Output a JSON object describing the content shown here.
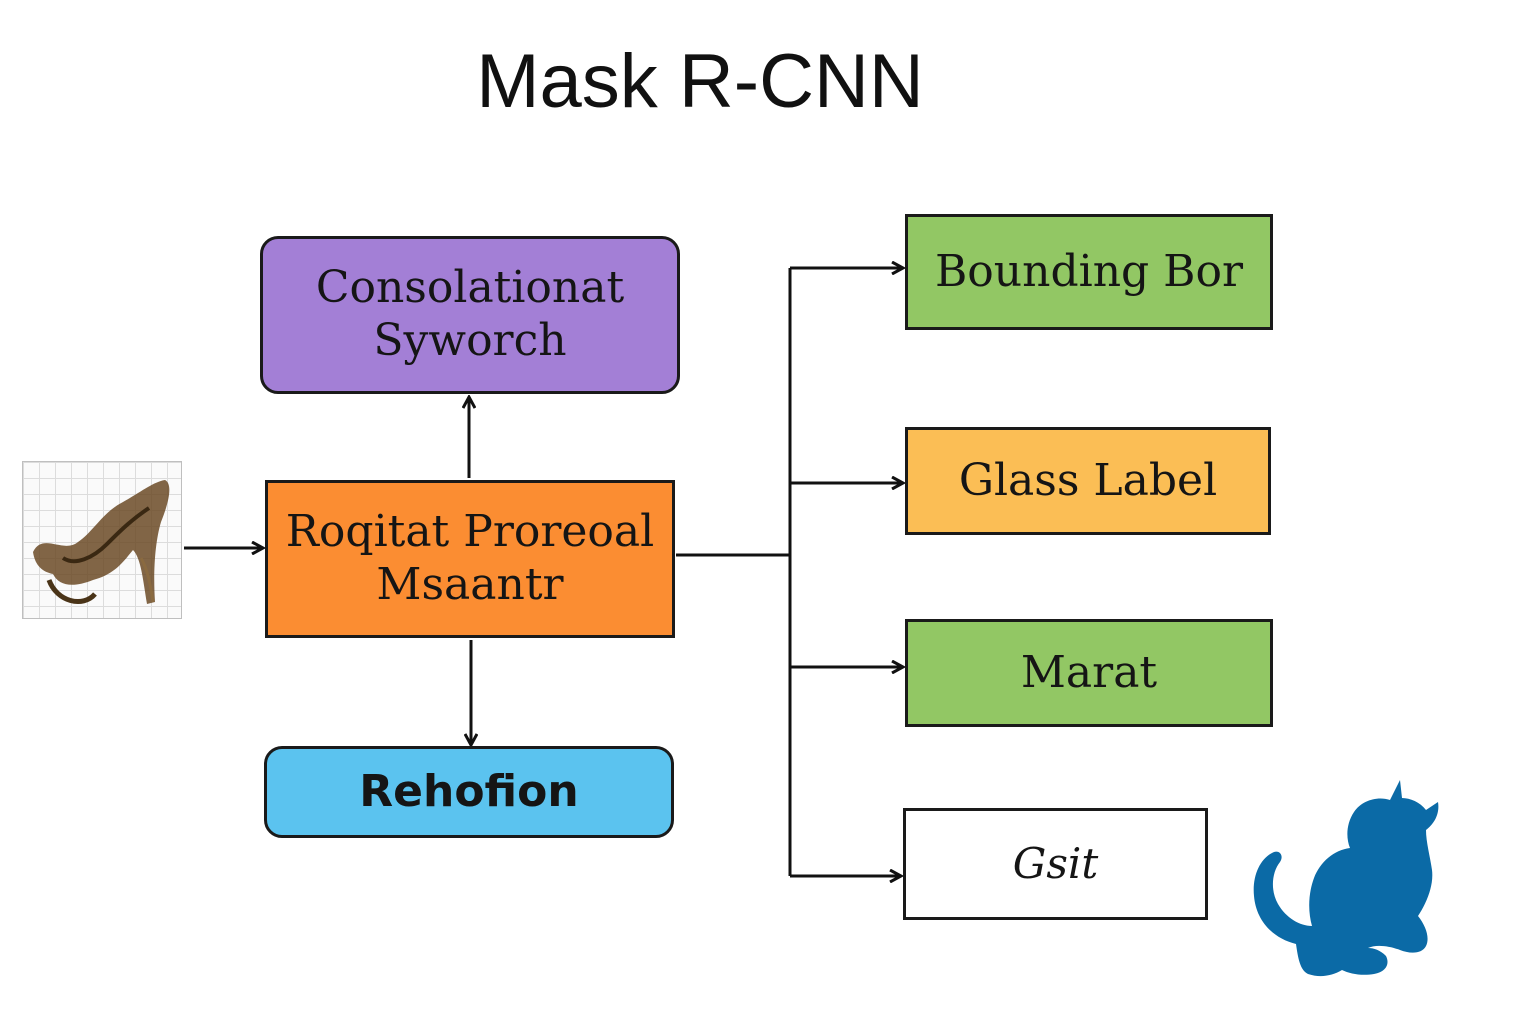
{
  "title": "Mask R-CNN",
  "boxes": {
    "conv": {
      "line1": "Consolationat",
      "line2": "Syworch",
      "color": "#a37fd6"
    },
    "rpn": {
      "line1": "Roqitat Proreoal",
      "line2": "Msaantr",
      "color": "#fb8d32"
    },
    "regression": {
      "label": "Rehofion",
      "color": "#5bc3ef"
    },
    "bbox": {
      "label": "Bounding Bor",
      "color": "#92c764"
    },
    "class_label": {
      "label": "Glass Label",
      "color": "#fbbe55"
    },
    "mask": {
      "label": "Marat",
      "color": "#92c764"
    },
    "output": {
      "label": "Gsit",
      "color": "#ffffff"
    }
  },
  "icons": {
    "input_image": "input-image-thumbnail",
    "cat": "cat-silhouette-icon",
    "cat_color": "#0b6aa6"
  }
}
